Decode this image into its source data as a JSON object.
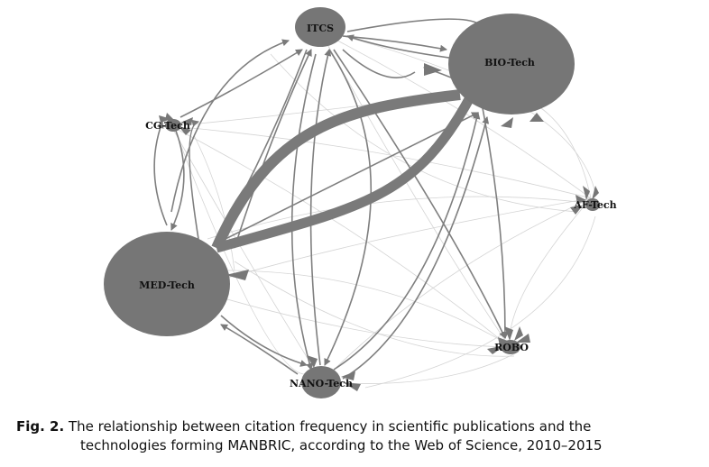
{
  "figure": {
    "label": "Fig. 2.",
    "caption_line1": "The relationship between citation frequency in scientific publications and the",
    "caption_line2": "technologies forming MANBRIC, according to the Web of Science, 2010–2015"
  },
  "diagram": {
    "nodes": [
      {
        "id": "itcs",
        "label": "ITCS"
      },
      {
        "id": "bio",
        "label": "BIO-Tech"
      },
      {
        "id": "cg",
        "label": "CG-Tech"
      },
      {
        "id": "af",
        "label": "AF-Tech"
      },
      {
        "id": "med",
        "label": "MED-Tech"
      },
      {
        "id": "robo",
        "label": "ROBO"
      },
      {
        "id": "nano",
        "label": "NANO-Tech"
      }
    ],
    "colors": {
      "node": "#767676",
      "edge_strong": "#7a7a7a",
      "edge_weak": "#cfcfcf"
    }
  }
}
